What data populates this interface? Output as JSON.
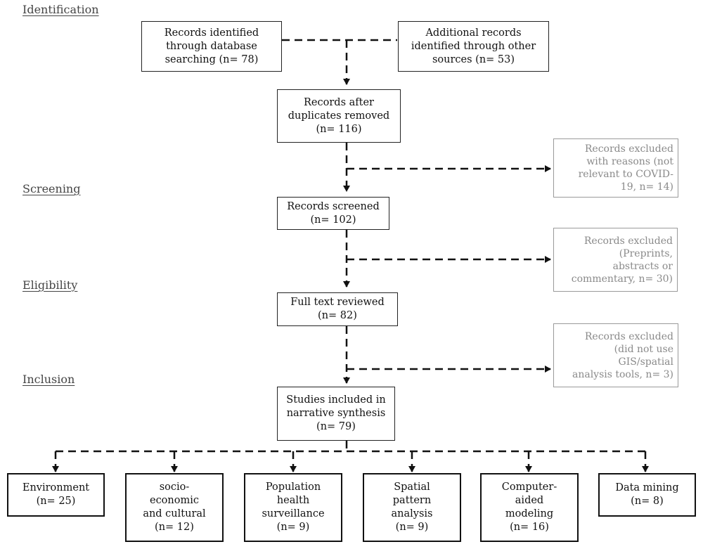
{
  "phases": {
    "identification": "Identification",
    "screening": "Screening",
    "eligibility": "Eligibility",
    "inclusion": "Inclusion"
  },
  "boxes": {
    "database": "Records identified\nthrough database\nsearching (n= 78)",
    "other": "Additional records\nidentified through other\nsources (n= 53)",
    "duplicates": "Records after\nduplicates removed\n(n= 116)",
    "excluded_1": "Records excluded\nwith reasons (not\nrelevant to COVID-\n19, n= 14)",
    "screened": "Records screened\n(n= 102)",
    "excluded_2": "Records excluded\n(Preprints,\nabstracts or\ncommentary, n= 30)",
    "fulltext": "Full text reviewed\n(n= 82)",
    "excluded_3": "Records excluded\n(did not use\nGIS/spatial\nanalysis tools, n= 3)",
    "included": "Studies included in\nnarrative synthesis\n(n= 79)"
  },
  "categories": [
    "Environment\n(n= 25)",
    "socio-\neconomic\nand cultural\n(n= 12)",
    "Population\nhealth\nsurveillance\n(n= 9)",
    "Spatial\npattern\nanalysis\n(n= 9)",
    "Computer-\naided\nmodeling\n(n= 16)",
    "Data mining\n(n= 8)"
  ],
  "colors": {
    "line": "#111111",
    "excluded_border": "#9a9a9a",
    "excluded_text": "#8a8a8a",
    "phase_text": "#444444"
  }
}
